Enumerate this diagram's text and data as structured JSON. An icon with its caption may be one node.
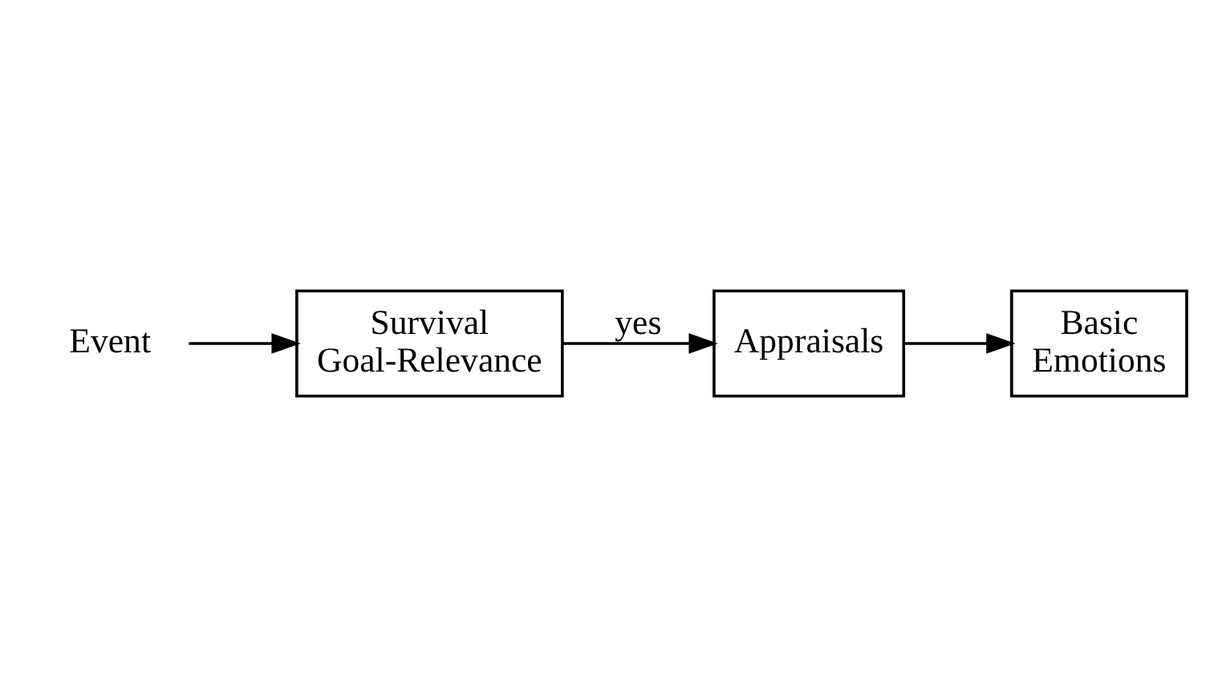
{
  "diagram": {
    "nodes": [
      {
        "text": [
          "Event"
        ]
      },
      {
        "text": [
          "Survival Goal-Relevance"
        ]
      },
      {
        "text": [
          "Appraisals"
        ]
      },
      {
        "text": [
          "Basic Emotions"
        ]
      }
    ],
    "edges": [
      {
        "from": 0,
        "to": 1,
        "arrow": "to"
      },
      {
        "from": 1,
        "to": 2,
        "arrow": "to",
        "label": "yes"
      },
      {
        "from": 2,
        "to": 3,
        "arrow": "to"
      }
    ]
  }
}
